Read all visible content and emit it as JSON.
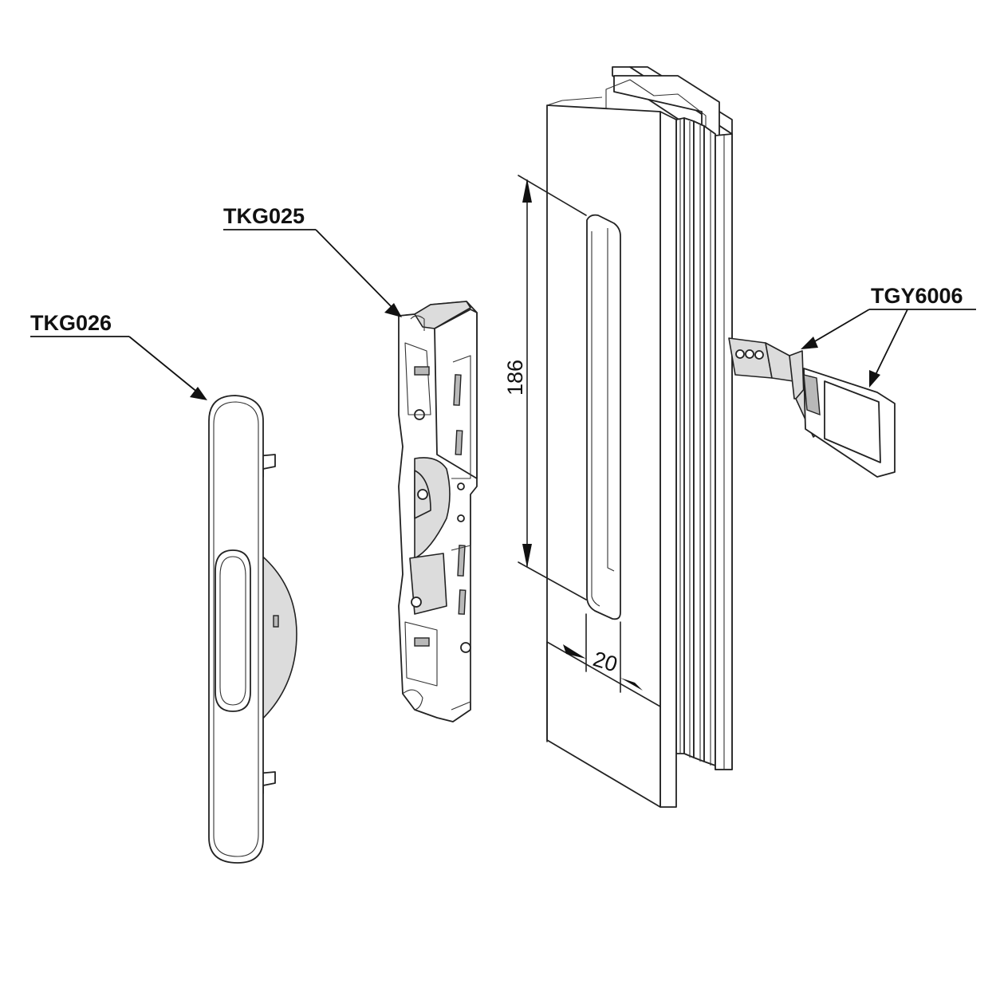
{
  "parts": {
    "clip": {
      "code": "TKG026"
    },
    "lock_body": {
      "code": "TKG025"
    },
    "keeper": {
      "code": "TGY6006"
    }
  },
  "dimensions": {
    "cutout_height": "186",
    "cutout_width": "20"
  }
}
